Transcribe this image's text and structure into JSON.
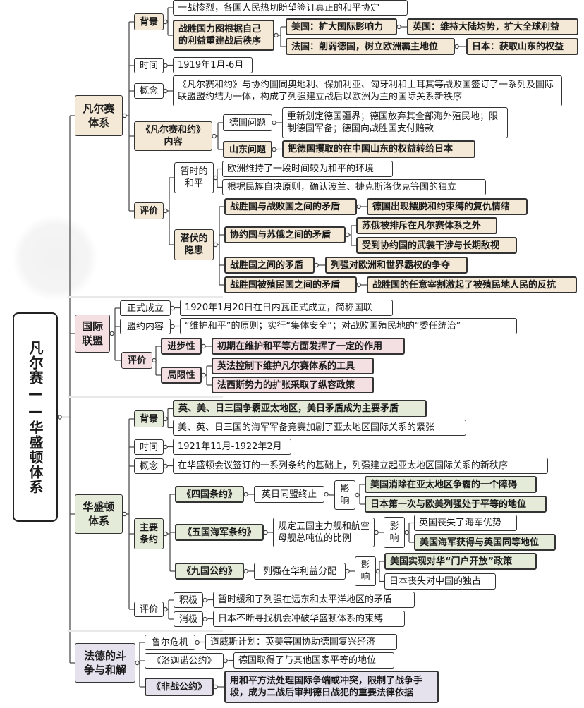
{
  "root": {
    "title": "凡尔赛——华盛顿体系"
  },
  "nodes": {
    "vs": "凡尔赛体系",
    "vs_bg": "背景",
    "vs_bg1": "一战惨烈，各国人民热切盼望签订真正的和平协定",
    "vs_bg2": "战胜国力图根据自己的利益重建战后秩序",
    "vs_us": "美国：扩大国际影响力",
    "vs_uk": "英国：维持大陆均势，扩大全球利益",
    "vs_fr": "法国：削弱德国，树立欧洲霸主地位",
    "vs_jp": "日本：获取山东的权益",
    "vs_time": "时间",
    "vs_time_v": "1919年1月-6月",
    "vs_concept": "概念",
    "vs_concept_v": "《凡尔赛和约》与协约国同奥地利、保加利亚、匈牙利和土耳其等战败国签订了一系列及国际联盟盟约结为一体，构成了列强建立战后以欧洲为主的国际关系新秩序",
    "vs_treaty": "《凡尔赛和约》内容",
    "vs_de": "德国问题",
    "vs_de_v": "重新划定德国疆界；德国放弃其全部海外殖民地；限制德国军备；德国向战胜国支付赔款",
    "vs_sd": "山东问题",
    "vs_sd_v": "把德国攫取的在中国山东的权益转给日本",
    "vs_eval": "评价",
    "vs_peace": "暂时的和平",
    "vs_peace1": "欧洲维持了一段时间较为和平的环境",
    "vs_peace2": "根据民族自决原则，确认波兰、捷克斯洛伐克等国的独立",
    "vs_hidden": "潜伏的隐患",
    "vs_h1": "战胜国与战败国之间的矛盾",
    "vs_h1v": "德国出现摆脱和约束缚的复仇情绪",
    "vs_h2": "协约国与苏俄之间的矛盾",
    "vs_h2v1": "苏俄被排斥在凡尔赛体系之外",
    "vs_h2v2": "受到协约国的武装干涉与长期敌视",
    "vs_h3": "战胜国之间的矛盾",
    "vs_h3v": "列强对欧洲和世界霸权的争夺",
    "vs_h4": "战胜国被殖民国之间的矛盾",
    "vs_h4v": "战胜国的任意宰割激起了被殖民地人民的反抗",
    "lon": "国际联盟",
    "lon_est": "正式成立",
    "lon_est_v": "1920年1月20日在日内瓦正式成立，简称国联",
    "lon_cov": "盟约内容",
    "lon_cov_v": "“维护和平”的原则；实行“集体安全”；对战败国殖民地的“委任统治”",
    "lon_eval": "评价",
    "lon_prog": "进步性",
    "lon_prog_v": "初期在维护和平等方面发挥了一定的作用",
    "lon_lim": "局限性",
    "lon_lim_v1": "英法控制下维护凡尔赛体系的工具",
    "lon_lim_v2": "法西斯势力的扩张采取了纵容政策",
    "ws": "华盛顿体系",
    "ws_bg": "背景",
    "ws_bg1": "英、美、日三国争霸亚太地区，美日矛盾成为主要矛盾",
    "ws_bg2": "美、英、日三国的海军军备竞赛加剧了亚太地区国际关系的紧张",
    "ws_time": "时间",
    "ws_time_v": "1921年11月-1922年2月",
    "ws_concept": "概念",
    "ws_concept_v": "在华盛顿会议签订的一系列条约的基础上，列强建立起亚太地区国际关系的新秩序",
    "ws_main": "主要条约",
    "ws_t1": "《四国条约》",
    "ws_t1c": "英日同盟终止",
    "ws_t1i": "影响",
    "ws_t1i1": "美国消除在亚太地区争霸的一个障碍",
    "ws_t1i2": "日本第一次与欧美列强处于平等的地位",
    "ws_t2": "《五国海军条约》",
    "ws_t2c": "规定五国主力舰和航空母舰总吨位的比例",
    "ws_t2i": "影响",
    "ws_t2i1": "英国丧失了海军优势",
    "ws_t2i2": "美国海军获得与英国同等地位",
    "ws_t3": "《九国公约》",
    "ws_t3c": "列强在华利益分配",
    "ws_t3i": "影响",
    "ws_t3i1": "美国实现对华“门户开放”政策",
    "ws_t3i2": "日本丧失对中国的独占",
    "ws_eval": "评价",
    "ws_pos": "积极",
    "ws_pos_v": "暂时缓和了列强在远东和太平洋地区的矛盾",
    "ws_neg": "消极",
    "ws_neg_v": "日本不断寻找机会冲破华盛顿体系的束缚",
    "fg": "法德的斗争与和解",
    "fg_ruhr": "鲁尔危机",
    "fg_ruhr_v": "道威斯计划：英美等国协助德国复兴经济",
    "fg_loc": "《洛迦诺公约》",
    "fg_loc_v": "德国取得了与其他国家平等的地位",
    "fg_kb": "《非战公约》",
    "fg_kb_v": "用和平方法处理国际争端或冲突，限制了战争手段，成为二战后审判德日战犯的重要法律依据"
  },
  "colors": {
    "line": "#444444",
    "tan": "#f4e8d6",
    "pink": "#f4dfe3",
    "green": "#e4ecd9",
    "lavender": "#e5e2ee"
  }
}
